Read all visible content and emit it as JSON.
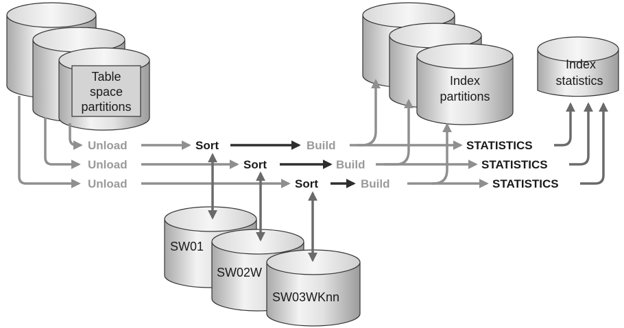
{
  "labels": {
    "table_space_line1": "Table",
    "table_space_line2": "space",
    "table_space_line3": "partitions",
    "index_partitions_line1": "Index",
    "index_partitions_line2": "partitions",
    "index_statistics_line1": "Index",
    "index_statistics_line2": "statistics",
    "unload": "Unload",
    "sort": "Sort",
    "build": "Build",
    "statistics": "STATISTICS",
    "sw01": "SW01",
    "sw02": "SW02W",
    "sw03": "SW03WKnn"
  },
  "colors": {
    "cylinder_light": "#f2f2f2",
    "cylinder_mid": "#c8c8c8",
    "cylinder_dark": "#a8a8a8",
    "arrow_gray": "#8f8f8f",
    "arrow_dark": "#3a3a3a",
    "arrow_mid": "#6f6f6f"
  }
}
